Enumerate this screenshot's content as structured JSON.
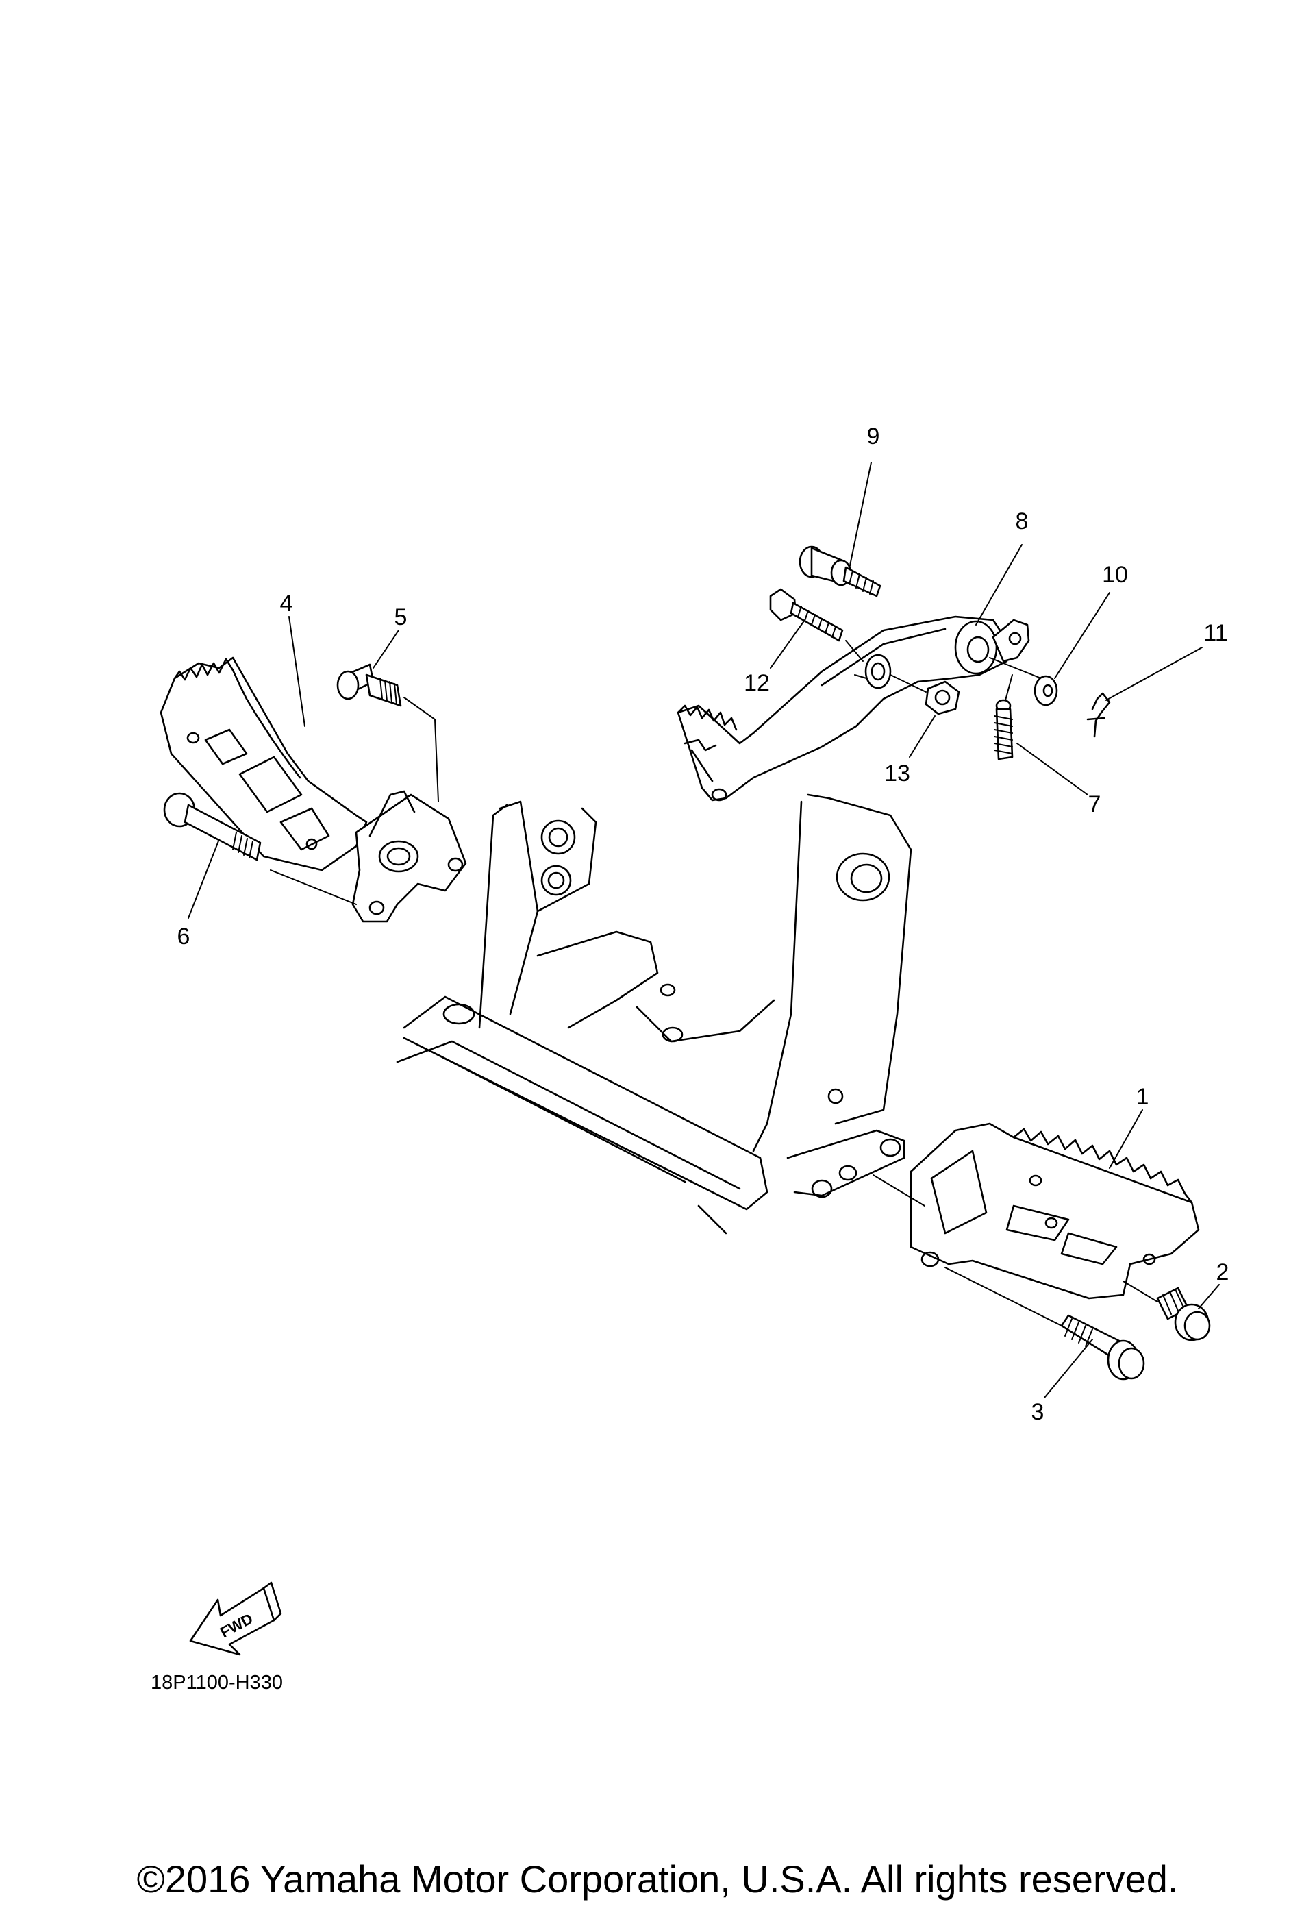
{
  "parts": [
    {
      "id": "1",
      "label": "1"
    },
    {
      "id": "2",
      "label": "2"
    },
    {
      "id": "3",
      "label": "3"
    },
    {
      "id": "4",
      "label": "4"
    },
    {
      "id": "5",
      "label": "5"
    },
    {
      "id": "6",
      "label": "6"
    },
    {
      "id": "7",
      "label": "7"
    },
    {
      "id": "8",
      "label": "8"
    },
    {
      "id": "9",
      "label": "9"
    },
    {
      "id": "10",
      "label": "10"
    },
    {
      "id": "11",
      "label": "11"
    },
    {
      "id": "12",
      "label": "12"
    },
    {
      "id": "13",
      "label": "13"
    }
  ],
  "fwd_label": "FWD",
  "diagram_code": "18P1100-H330",
  "copyright": "©2016 Yamaha Motor Corporation, U.S.A. All rights reserved."
}
